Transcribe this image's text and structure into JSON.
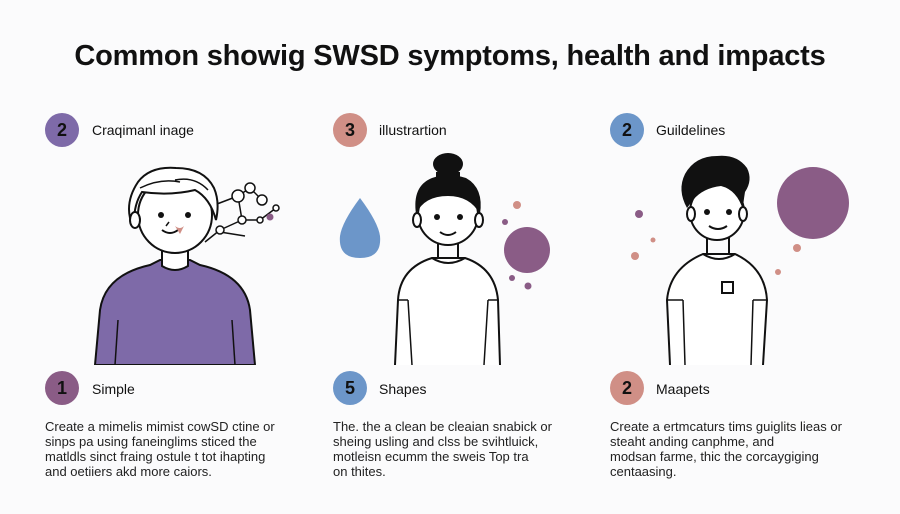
{
  "title": "Common showig SWSD symptoms, health and impacts",
  "colors": {
    "purple": "#7e6aa8",
    "rose": "#d08f86",
    "blue": "#6c96c9",
    "plum": "#8a5c86"
  },
  "top_steps": [
    {
      "number": "2",
      "label": "Craqimanl inage",
      "color": "#7e6aa8"
    },
    {
      "number": "3",
      "label": "illustrartion",
      "color": "#d08f86"
    },
    {
      "number": "2",
      "label": "Guildelines",
      "color": "#6c96c9"
    }
  ],
  "bottom_steps": [
    {
      "number": "1",
      "label": "Simple",
      "color": "#8a5c86",
      "desc": [
        "Create a mimelis mimist cowSD ctine or",
        "sinps pa using faneinglims sticed the",
        "matldls sinct fraing ostule t tot ihapting",
        "and oetiiers akd more caiors."
      ]
    },
    {
      "number": "5",
      "label": "Shapes",
      "color": "#6c96c9",
      "desc": [
        "The. the a clean be cleaian snabick or",
        "sheing usling and clss be svihtluick,",
        "motleisn ecumm the sweis Top tra",
        "on thites."
      ]
    },
    {
      "number": "2",
      "label": "Maapets",
      "color": "#d08f86",
      "desc": [
        "Create a ertmcaturs tims guiglits lieas or",
        "steaht anding canphme, and",
        "modsan farme, thic the corcaygiging",
        "centaasing."
      ]
    }
  ]
}
